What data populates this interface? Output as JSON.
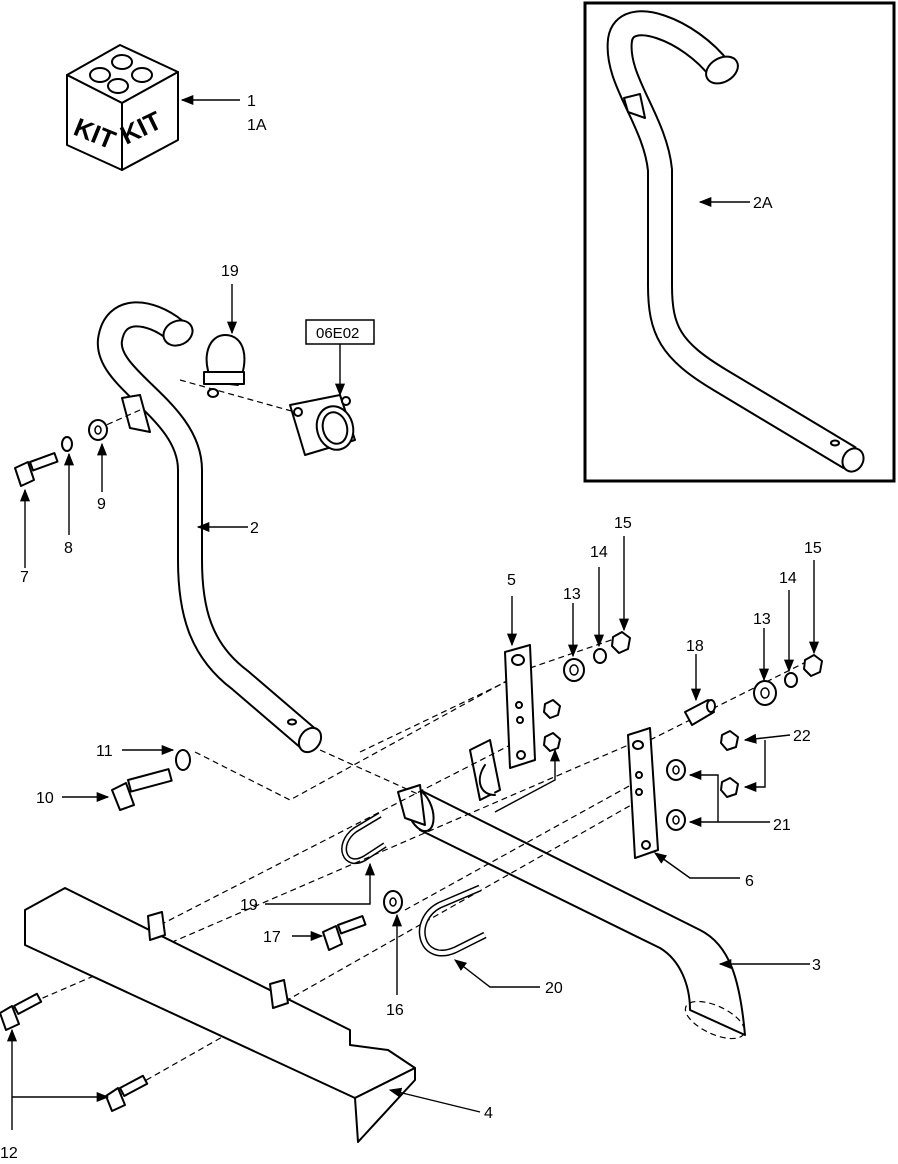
{
  "kit": {
    "face_left": "KIT",
    "face_right": "KIT"
  },
  "reference_box": "06E02",
  "callouts": {
    "c1": "1",
    "c1a": "1A",
    "c2": "2",
    "c2a": "2A",
    "c3": "3",
    "c4": "4",
    "c5": "5",
    "c6": "6",
    "c7": "7",
    "c8": "8",
    "c9": "9",
    "c10": "10",
    "c11": "11",
    "c12": "12",
    "c13a": "13",
    "c13b": "13",
    "c14a": "14",
    "c14b": "14",
    "c15a": "15",
    "c15b": "15",
    "c16": "16",
    "c17": "17",
    "c18": "18",
    "c19a": "19",
    "c19b": "19",
    "c20": "20",
    "c21": "21",
    "c22": "22"
  }
}
